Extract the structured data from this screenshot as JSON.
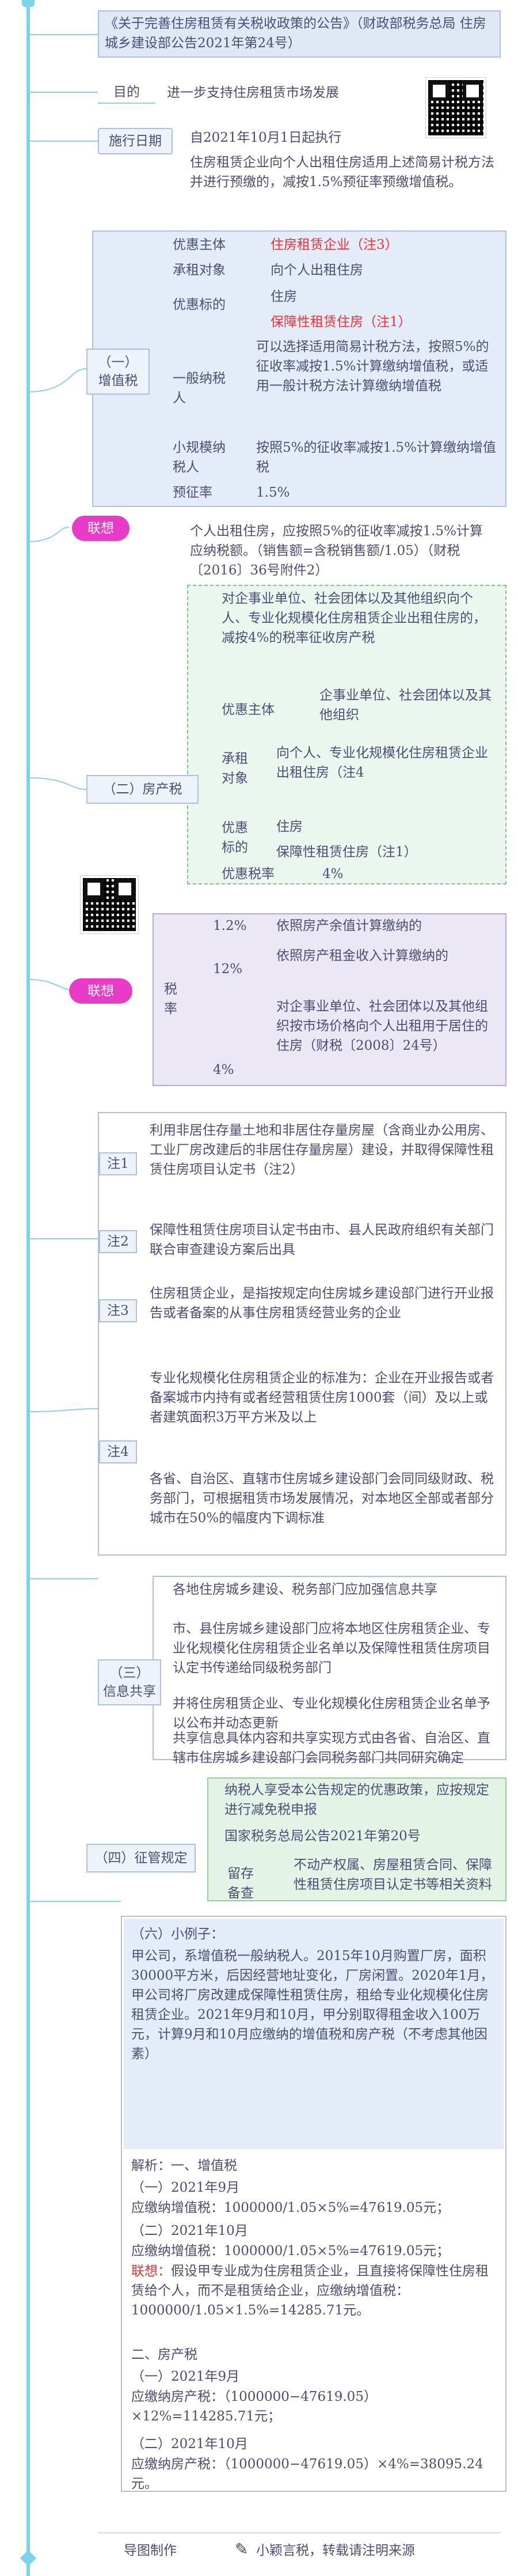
{
  "title": "《关于完善住房租赁有关税收政策的公告》（财政部税务总局 住房城乡建设部公告2021年第24号）",
  "purpose": {
    "label": "目的",
    "text": "进一步支持住房租赁市场发展"
  },
  "effective": {
    "label": "施行日期",
    "date": "自2021年10月1日起执行",
    "text": "住房租赁企业向个人出租住房适用上述简易计税方法并进行预缴的，减按1.5%预征率预缴增值税。"
  },
  "vat": {
    "label": "（一）\n增值税",
    "subject_label": "优惠主体",
    "subject_value": "住房租赁企业（注3）",
    "object_label": "承租对象",
    "object_value": "向个人出租住房",
    "target_label": "优惠标的",
    "target_1": "住房",
    "target_2": "保障性租赁住房（注1）",
    "general_label": "一般纳税人",
    "general_value": "可以选择适用简易计税方法，按照5%的征收率减按1.5%计算缴纳增值税，或适用一般计税方法计算缴纳增值税",
    "small_label": "小规模纳税人",
    "small_value": "按照5%的征收率减按1.5%计算缴纳增值税",
    "rate_label": "预征率",
    "rate_value": "1.5%"
  },
  "link1": {
    "label": "联想",
    "text": "个人出租住房，应按照5%的征收率减按1.5%计算应纳税额。（销售额=含税销售额/1.05）（财税〔2016〕36号附件2）"
  },
  "property": {
    "label": "（二）房产税",
    "intro": "对企事业单位、社会团体以及其他组织向个人、专业化规模化住房租赁企业出租住房的，减按4%的税率征收房产税",
    "subject_label": "优惠主体",
    "subject_value": "企事业单位、社会团体以及其他组织",
    "object_label": "承租对象",
    "object_value": "向个人、专业化规模化住房租赁企业出租住房（注4",
    "target_label": "优惠标的",
    "target_1": "住房",
    "target_2": "保障性租赁住房（注1）",
    "rate_label": "优惠税率",
    "rate_value": "4%"
  },
  "link2": {
    "label": "联想",
    "rates_label": "税率",
    "r1": "1.2%",
    "r1_text": "依照房产余值计算缴纳的",
    "r2": "12%",
    "r2_text": "依照房产租金收入计算缴纳的",
    "r3": "4%",
    "r3_text": "对企事业单位、社会团体以及其他组织按市场价格向个人出租用于居住的住房（财税〔2008〕24号）"
  },
  "notes": [
    {
      "label": "注1",
      "text": "利用非居住存量土地和非居住存量房屋（含商业办公用房、工业厂房改建后的非居住存量房屋）建设，并取得保障性租赁住房项目认定书（注2）"
    },
    {
      "label": "注2",
      "text": "保障性租赁住房项目认定书由市、县人民政府组织有关部门联合审查建设方案后出具"
    },
    {
      "label": "注3",
      "text": "住房租赁企业，是指按规定向住房城乡建设部门进行开业报告或者备案的从事住房租赁经营业务的企业"
    },
    {
      "label": "注4",
      "text_a": "专业化规模化住房租赁企业的标准为：企业在开业报告或者备案城市内持有或者经营租赁住房1000套（间）及以上或者建筑面积3万平方米及以上",
      "text_b": "各省、自治区、直辖市住房城乡建设部门会同同级财政、税务部门，可根据租赁市场发展情况，对本地区全部或者部分城市在50%的幅度内下调标准"
    }
  ],
  "info": {
    "label": "（三）\n信息共享",
    "i1": "各地住房城乡建设、税务部门应加强信息共享",
    "i2": "市、县住房城乡建设部门应将本地区住房租赁企业、专业化规模化住房租赁企业名单以及保障性租赁住房项目认定书传递给同级税务部门",
    "i3": "并将住房租赁企业、专业化规模化住房租赁企业名单予以公布并动态更新",
    "i4": "共享信息具体内容和共享实现方式由各省、自治区、直辖市住房城乡建设部门会同税务部门共同研究确定"
  },
  "manage": {
    "label": "（四）征管规定",
    "m1": "纳税人享受本公告规定的优惠政策，应按规定进行减免税申报",
    "m2": "国家税务总局公告2021年第20号",
    "keep_label": "留存备查",
    "keep_value": "不动产权属、房屋租赁合同、保障性租赁住房项目认定书等相关资料"
  },
  "example": {
    "title": "（六）小例子：",
    "p1": "甲公司，系增值税一般纳税人。2015年10月购置厂房，面积30000平方米，后因经营地址变化，厂房闲置。2020年1月，甲公司将厂房改建成保障性租赁住房，租给专业化规模化住房租赁企业。2021年9月和10月，甲分别取得租金收入100万元，计算9月和10月应缴纳的增值税和房产税（不考虑其他因素）",
    "a_head": "解析：一、增值税",
    "a1": "（一）2021年9月",
    "a1v": "应缴纳增值税：1000000/1.05×5%=47619.05元；",
    "a2": "（二）2021年10月",
    "a2v": "应缴纳增值税：1000000/1.05×5%=47619.05元；",
    "note_label": "联想：",
    "note_text": "假设甲专业成为住房租赁企业，且直接将保障性住房租赁给个人，而不是租赁给企业，应缴纳增值税：1000000/1.05×1.5%=14285.71元。",
    "b_head": "二、房产税",
    "b1": "（一）2021年9月",
    "b1v": "应缴纳房产税：（1000000−47619.05）×12%=114285.71元；",
    "b2": "（二）2021年10月",
    "b2v": "应缴纳房产税：（1000000−47619.05）×4%=38095.24元。"
  },
  "footer": {
    "left": "导图制作",
    "right": "小颖言税，转载请注明来源"
  }
}
